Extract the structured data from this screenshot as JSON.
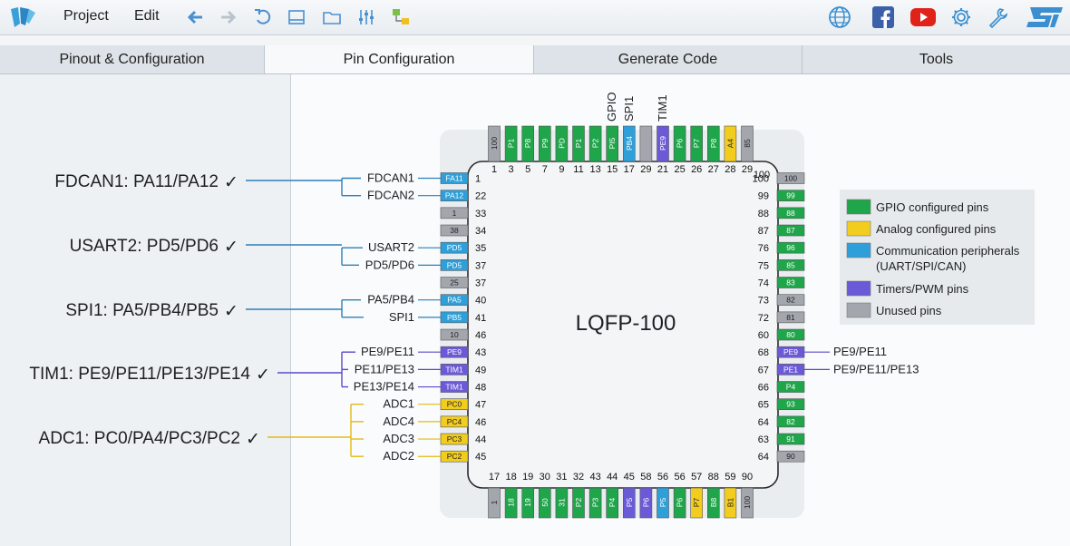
{
  "menu": {
    "project": "Project",
    "edit": "Edit"
  },
  "tabs": [
    {
      "label": "Pinout & Configuration",
      "active": false
    },
    {
      "label": "Pin Configuration",
      "active": true
    },
    {
      "label": "Generate Code",
      "active": false
    },
    {
      "label": "Tools",
      "active": false
    }
  ],
  "chip": {
    "label": "LQFP-100"
  },
  "colors": {
    "gpio": "#1fa54a",
    "analog": "#f2cd1e",
    "comm": "#2e9fd8",
    "timer": "#6a5ad8",
    "unused": "#a3a7ad",
    "check": "#1fa54a"
  },
  "groups": [
    {
      "label": "FDCAN1: PA11/PA12",
      "check": "✓"
    },
    {
      "label": "USART2: PD5/PD6",
      "check": "✓"
    },
    {
      "label": "SPI1: PA5/PB4/PB5",
      "check": "✓"
    },
    {
      "label": "TIM1: PE9/PE11/PE13/PE14",
      "check": "✓"
    },
    {
      "label": "ADC1: PC0/PA4/PC3/PC2",
      "check": "✓"
    }
  ],
  "left_pins": [
    {
      "signal": "FDCAN1",
      "box": "FA11",
      "type": "comm",
      "num": "1"
    },
    {
      "signal": "FDCAN2",
      "box": "PA12",
      "type": "comm",
      "num": "22"
    },
    {
      "signal": "",
      "box": "1",
      "type": "unused",
      "num": "33"
    },
    {
      "signal": "",
      "box": "38",
      "type": "unused",
      "num": "34"
    },
    {
      "signal": "USART2",
      "box": "PD5",
      "type": "comm",
      "num": "35"
    },
    {
      "signal": "PD5/PD6",
      "box": "PD5",
      "type": "comm",
      "num": "37"
    },
    {
      "signal": "",
      "box": "25",
      "type": "unused",
      "num": "37"
    },
    {
      "signal": "PA5/PB4",
      "box": "PA5",
      "type": "comm",
      "num": "40"
    },
    {
      "signal": "SPI1",
      "box": "PB5",
      "type": "comm",
      "num": "41"
    },
    {
      "signal": "",
      "box": "10",
      "type": "unused",
      "num": "46"
    },
    {
      "signal": "PE9/PE11",
      "box": "PE9",
      "type": "timer",
      "num": "43"
    },
    {
      "signal": "PE11/PE13",
      "box": "TIM1",
      "type": "timer",
      "num": "49"
    },
    {
      "signal": "PE13/PE14",
      "box": "TIM1",
      "type": "timer",
      "num": "48"
    },
    {
      "signal": "ADC1",
      "box": "PC0",
      "type": "analog",
      "num": "47"
    },
    {
      "signal": "ADC4",
      "box": "PC4",
      "type": "analog",
      "num": "46"
    },
    {
      "signal": "ADC3",
      "box": "PC3",
      "type": "analog",
      "num": "44"
    },
    {
      "signal": "ADC2",
      "box": "PC2",
      "type": "analog",
      "num": "45"
    }
  ],
  "right_pins": [
    {
      "num": "100",
      "box": "100",
      "type": "unused",
      "signal": ""
    },
    {
      "num": "99",
      "box": "99",
      "type": "gpio",
      "signal": ""
    },
    {
      "num": "88",
      "box": "88",
      "type": "gpio",
      "signal": ""
    },
    {
      "num": "87",
      "box": "87",
      "type": "gpio",
      "signal": ""
    },
    {
      "num": "76",
      "box": "96",
      "type": "gpio",
      "signal": ""
    },
    {
      "num": "75",
      "box": "85",
      "type": "gpio",
      "signal": ""
    },
    {
      "num": "74",
      "box": "83",
      "type": "gpio",
      "signal": ""
    },
    {
      "num": "73",
      "box": "82",
      "type": "unused",
      "signal": ""
    },
    {
      "num": "72",
      "box": "81",
      "type": "unused",
      "signal": ""
    },
    {
      "num": "60",
      "box": "80",
      "type": "gpio",
      "signal": ""
    },
    {
      "num": "68",
      "box": "PE9",
      "type": "timer",
      "signal": "PE9/PE11"
    },
    {
      "num": "67",
      "box": "PE1",
      "type": "timer",
      "signal": "PE9/PE11/PE13"
    },
    {
      "num": "66",
      "box": "P4",
      "type": "gpio",
      "signal": ""
    },
    {
      "num": "65",
      "box": "93",
      "type": "gpio",
      "signal": ""
    },
    {
      "num": "64",
      "box": "82",
      "type": "gpio",
      "signal": ""
    },
    {
      "num": "63",
      "box": "91",
      "type": "gpio",
      "signal": ""
    },
    {
      "num": "64",
      "box": "90",
      "type": "unused",
      "signal": ""
    }
  ],
  "top_pins": [
    {
      "box": "100",
      "type": "unused",
      "num": "1",
      "signal": ""
    },
    {
      "box": "P1",
      "type": "gpio",
      "num": "3",
      "signal": ""
    },
    {
      "box": "P8",
      "type": "gpio",
      "num": "5",
      "signal": ""
    },
    {
      "box": "P9",
      "type": "gpio",
      "num": "7",
      "signal": ""
    },
    {
      "box": "PD",
      "type": "gpio",
      "num": "9",
      "signal": ""
    },
    {
      "box": "P1",
      "type": "gpio",
      "num": "11",
      "signal": ""
    },
    {
      "box": "P2",
      "type": "gpio",
      "num": "13",
      "signal": ""
    },
    {
      "box": "PI5",
      "type": "gpio",
      "num": "15",
      "signal": "GPIO"
    },
    {
      "box": "PB4",
      "type": "comm",
      "num": "17",
      "signal": "SPI1"
    },
    {
      "box": "",
      "type": "unused",
      "num": "29",
      "signal": ""
    },
    {
      "box": "PE9",
      "type": "timer",
      "num": "21",
      "signal": "TIM1"
    },
    {
      "box": "P6",
      "type": "gpio",
      "num": "25",
      "signal": ""
    },
    {
      "box": "P7",
      "type": "gpio",
      "num": "26",
      "signal": ""
    },
    {
      "box": "P8",
      "type": "gpio",
      "num": "27",
      "signal": ""
    },
    {
      "box": "A4",
      "type": "analog",
      "num": "28",
      "signal": ""
    },
    {
      "box": "85",
      "type": "unused",
      "num": "29",
      "signal": ""
    }
  ],
  "top_corner_num": "100",
  "bottom_pins": [
    {
      "box": "1",
      "type": "unused",
      "num": "17"
    },
    {
      "box": "18",
      "type": "gpio",
      "num": "18"
    },
    {
      "box": "19",
      "type": "gpio",
      "num": "19"
    },
    {
      "box": "50",
      "type": "gpio",
      "num": "30"
    },
    {
      "box": "31",
      "type": "gpio",
      "num": "31"
    },
    {
      "box": "P2",
      "type": "gpio",
      "num": "32"
    },
    {
      "box": "P3",
      "type": "gpio",
      "num": "43"
    },
    {
      "box": "P4",
      "type": "gpio",
      "num": "44"
    },
    {
      "box": "P5",
      "type": "timer",
      "num": "45"
    },
    {
      "box": "P6",
      "type": "timer",
      "num": "58"
    },
    {
      "box": "P5",
      "type": "comm",
      "num": "56"
    },
    {
      "box": "P6",
      "type": "gpio",
      "num": "56"
    },
    {
      "box": "P7",
      "type": "analog",
      "num": "57"
    },
    {
      "box": "B8",
      "type": "gpio",
      "num": "88"
    },
    {
      "box": "B1",
      "type": "analog",
      "num": "59"
    },
    {
      "box": "100",
      "type": "unused",
      "num": "90"
    }
  ],
  "legend": [
    {
      "type": "gpio",
      "lines": [
        "GPIO configured pins"
      ]
    },
    {
      "type": "analog",
      "lines": [
        "Analog configured pins"
      ]
    },
    {
      "type": "comm",
      "lines": [
        "Communication peripherals",
        "(UART/SPI/CAN)"
      ]
    },
    {
      "type": "timer",
      "lines": [
        "Timers/PWM pins"
      ]
    },
    {
      "type": "unused",
      "lines": [
        "Unused pins"
      ]
    }
  ]
}
